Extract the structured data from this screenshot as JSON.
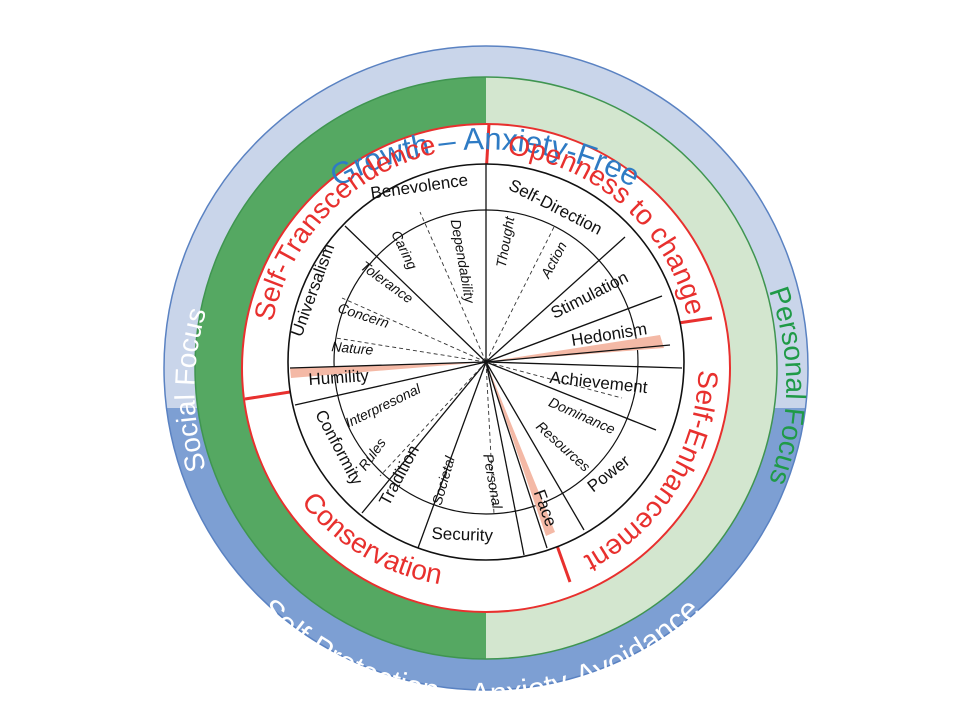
{
  "colors": {
    "outer_top": "#c9d5ea",
    "outer_bottom": "#7d9fd3",
    "band_dark_green": "#55a862",
    "band_light_green": "#d3e6cf",
    "accent_red": "#e8302e",
    "accent_blue": "#2e7bc4",
    "accent_green": "#1f9a47",
    "salmon": "#f4b9a6"
  },
  "outer_ring": {
    "top": "Growth – Anxiety-Free",
    "bottom": "Self-Protection – Anxiety-Avoidance"
  },
  "focus_band": {
    "left": "Social Focus",
    "right": "Personal Focus"
  },
  "higher_order": {
    "self_transcendence": "Self-Transcendence",
    "openness": "Openness to change",
    "self_enhancement": "Self-Enhancement",
    "conservation": "Conservation"
  },
  "values": {
    "benevolence": "Benevolence",
    "self_direction": "Self-Direction",
    "stimulation": "Stimulation",
    "hedonism": "Hedonism",
    "achievement": "Achievement",
    "power": "Power",
    "face": "Face",
    "security": "Security",
    "tradition": "Tradition",
    "conformity": "Conformity",
    "humility": "Humility",
    "universalism": "Universalism"
  },
  "subvalues": {
    "caring": "Caring",
    "dependability": "Dependability",
    "thought": "Thought",
    "action": "Action",
    "dominance": "Dominance",
    "resources": "Resources",
    "personal": "Personal",
    "societal": "Societal",
    "rules": "Rules",
    "interpersonal": "Interpresonal",
    "tolerance": "Tolerance",
    "concern": "Concern",
    "nature": "Nature"
  }
}
